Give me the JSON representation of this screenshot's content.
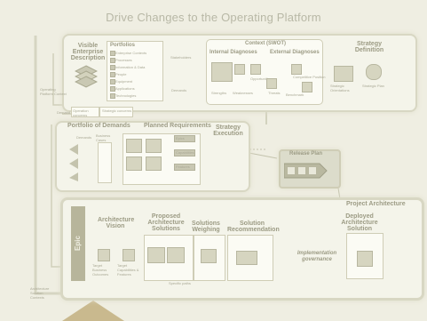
{
  "title": "Drive Changes to the Operating Platform",
  "enterprise": {
    "heading": "Visible Enterprise Description",
    "portfolios_heading": "Portfolios",
    "portfolios": [
      "Enterprise Contexts",
      "Processes",
      "Information & Data",
      "People",
      "Equipment",
      "Applications",
      "Technologies"
    ],
    "side_note": "Stakeholders",
    "demands_note": "Demands"
  },
  "context": {
    "heading": "Context (SWOT)",
    "internal": "Internal Diagnoses",
    "external": "External Diagnoses",
    "internal_items": [
      "Strengths",
      "Weaknesses"
    ],
    "mid_items": [
      "Opportunities",
      "Threats"
    ],
    "external_items": [
      "Competitive Position",
      "Benchmark"
    ]
  },
  "strategy": {
    "heading": "Strategy Definition",
    "items": [
      "Strategic Orientations",
      "Strategic Plan"
    ]
  },
  "left_note": "Operating Platform Context",
  "demands": {
    "bar_label_1": "Demand",
    "bar_label_2": "Operation concerns",
    "bar_label_3": "Strategic concerns",
    "portfolio_heading": "Portfolio of Demands",
    "planned_heading": "Planned Requirements",
    "left_items": [
      "Demands",
      "Business Cases"
    ],
    "planned_items": [
      "Epics",
      "Capabilities",
      "Features"
    ]
  },
  "execution": {
    "heading": "Strategy Execution"
  },
  "release": {
    "heading": "Release Plan"
  },
  "project": {
    "heading": "Project Architecture",
    "epic": "Epic",
    "arch_vision": "Architecture Vision",
    "proposed": "Proposed Architecture Solutions",
    "weighing": "Solutions Weighing",
    "recommendation": "Solution Recommendation",
    "deployed": "Deployed Architecture Solution",
    "governance": "Implementation governance",
    "target_items": [
      "Target Business Outcomes",
      "Target Capabilities & Features"
    ],
    "bottom_note": "Specific paths",
    "left_bottom": "Architecture Solution Contexts"
  }
}
